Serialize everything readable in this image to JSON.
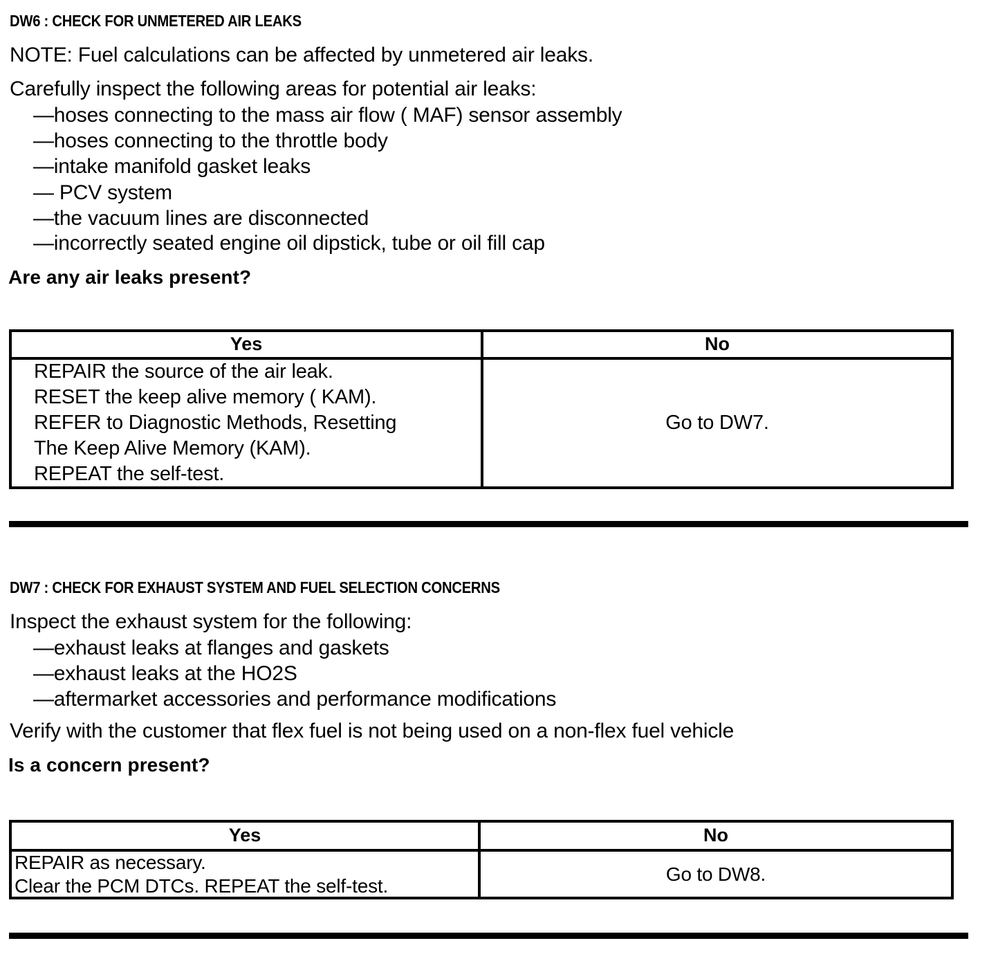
{
  "document": {
    "type": "diagnostic-pinpoint-test",
    "sections": [
      {
        "id": "DW6",
        "heading": "DW6 : CHECK FOR UNMETERED AIR LEAKS",
        "note": "NOTE: Fuel calculations can be affected by unmetered air leaks.",
        "intro": "Carefully inspect the following areas for potential air leaks:",
        "bullets": [
          "—hoses connecting to the mass air flow ( MAF) sensor assembly",
          "—hoses connecting to the throttle body",
          "—intake manifold gasket leaks",
          "— PCV system",
          "—the vacuum lines are disconnected",
          "—incorrectly seated engine oil dipstick, tube or oil fill cap"
        ],
        "question": "Are any air leaks present?",
        "table": {
          "headers": [
            "Yes",
            "No"
          ],
          "yes_lines": [
            "REPAIR the source of the air leak.",
            "RESET the keep alive memory ( KAM).",
            "REFER to  Diagnostic Methods,  Resetting",
            "The Keep Alive Memory (KAM).",
            "REPEAT the self-test."
          ],
          "no_lines": [
            "Go to DW7."
          ]
        }
      },
      {
        "id": "DW7",
        "heading": "DW7 : CHECK FOR EXHAUST SYSTEM AND FUEL SELECTION CONCERNS",
        "intro": "Inspect the exhaust system for the following:",
        "bullets": [
          "—exhaust leaks at flanges and gaskets",
          "—exhaust leaks at the HO2S",
          "—aftermarket accessories and performance modifications"
        ],
        "verify": "Verify with the customer that flex fuel is not being used on a non-flex fuel vehicle",
        "question": "Is a concern present?",
        "table": {
          "headers": [
            "Yes",
            "No"
          ],
          "yes_lines": [
            "REPAIR as necessary.",
            "Clear the PCM DTCs. REPEAT the self-test."
          ],
          "no_lines": [
            "Go to DW8."
          ]
        }
      }
    ],
    "colors": {
      "text": "#000000",
      "background": "#ffffff",
      "rule": "#000000"
    }
  }
}
